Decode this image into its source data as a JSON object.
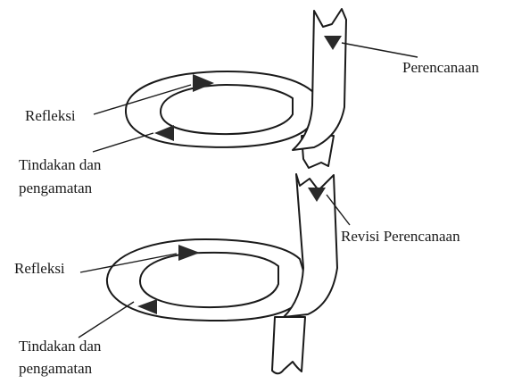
{
  "labels": {
    "perencanaan": "Perencanaan",
    "refleksi_1": "Refleksi",
    "tindakan_1_line1": "Tindakan dan",
    "tindakan_1_line2": "pengamatan",
    "revisi_perencanaan": "Revisi Perencanaan",
    "refleksi_2": "Refleksi",
    "tindakan_2_line1": "Tindakan dan",
    "tindakan_2_line2": "pengamatan"
  }
}
